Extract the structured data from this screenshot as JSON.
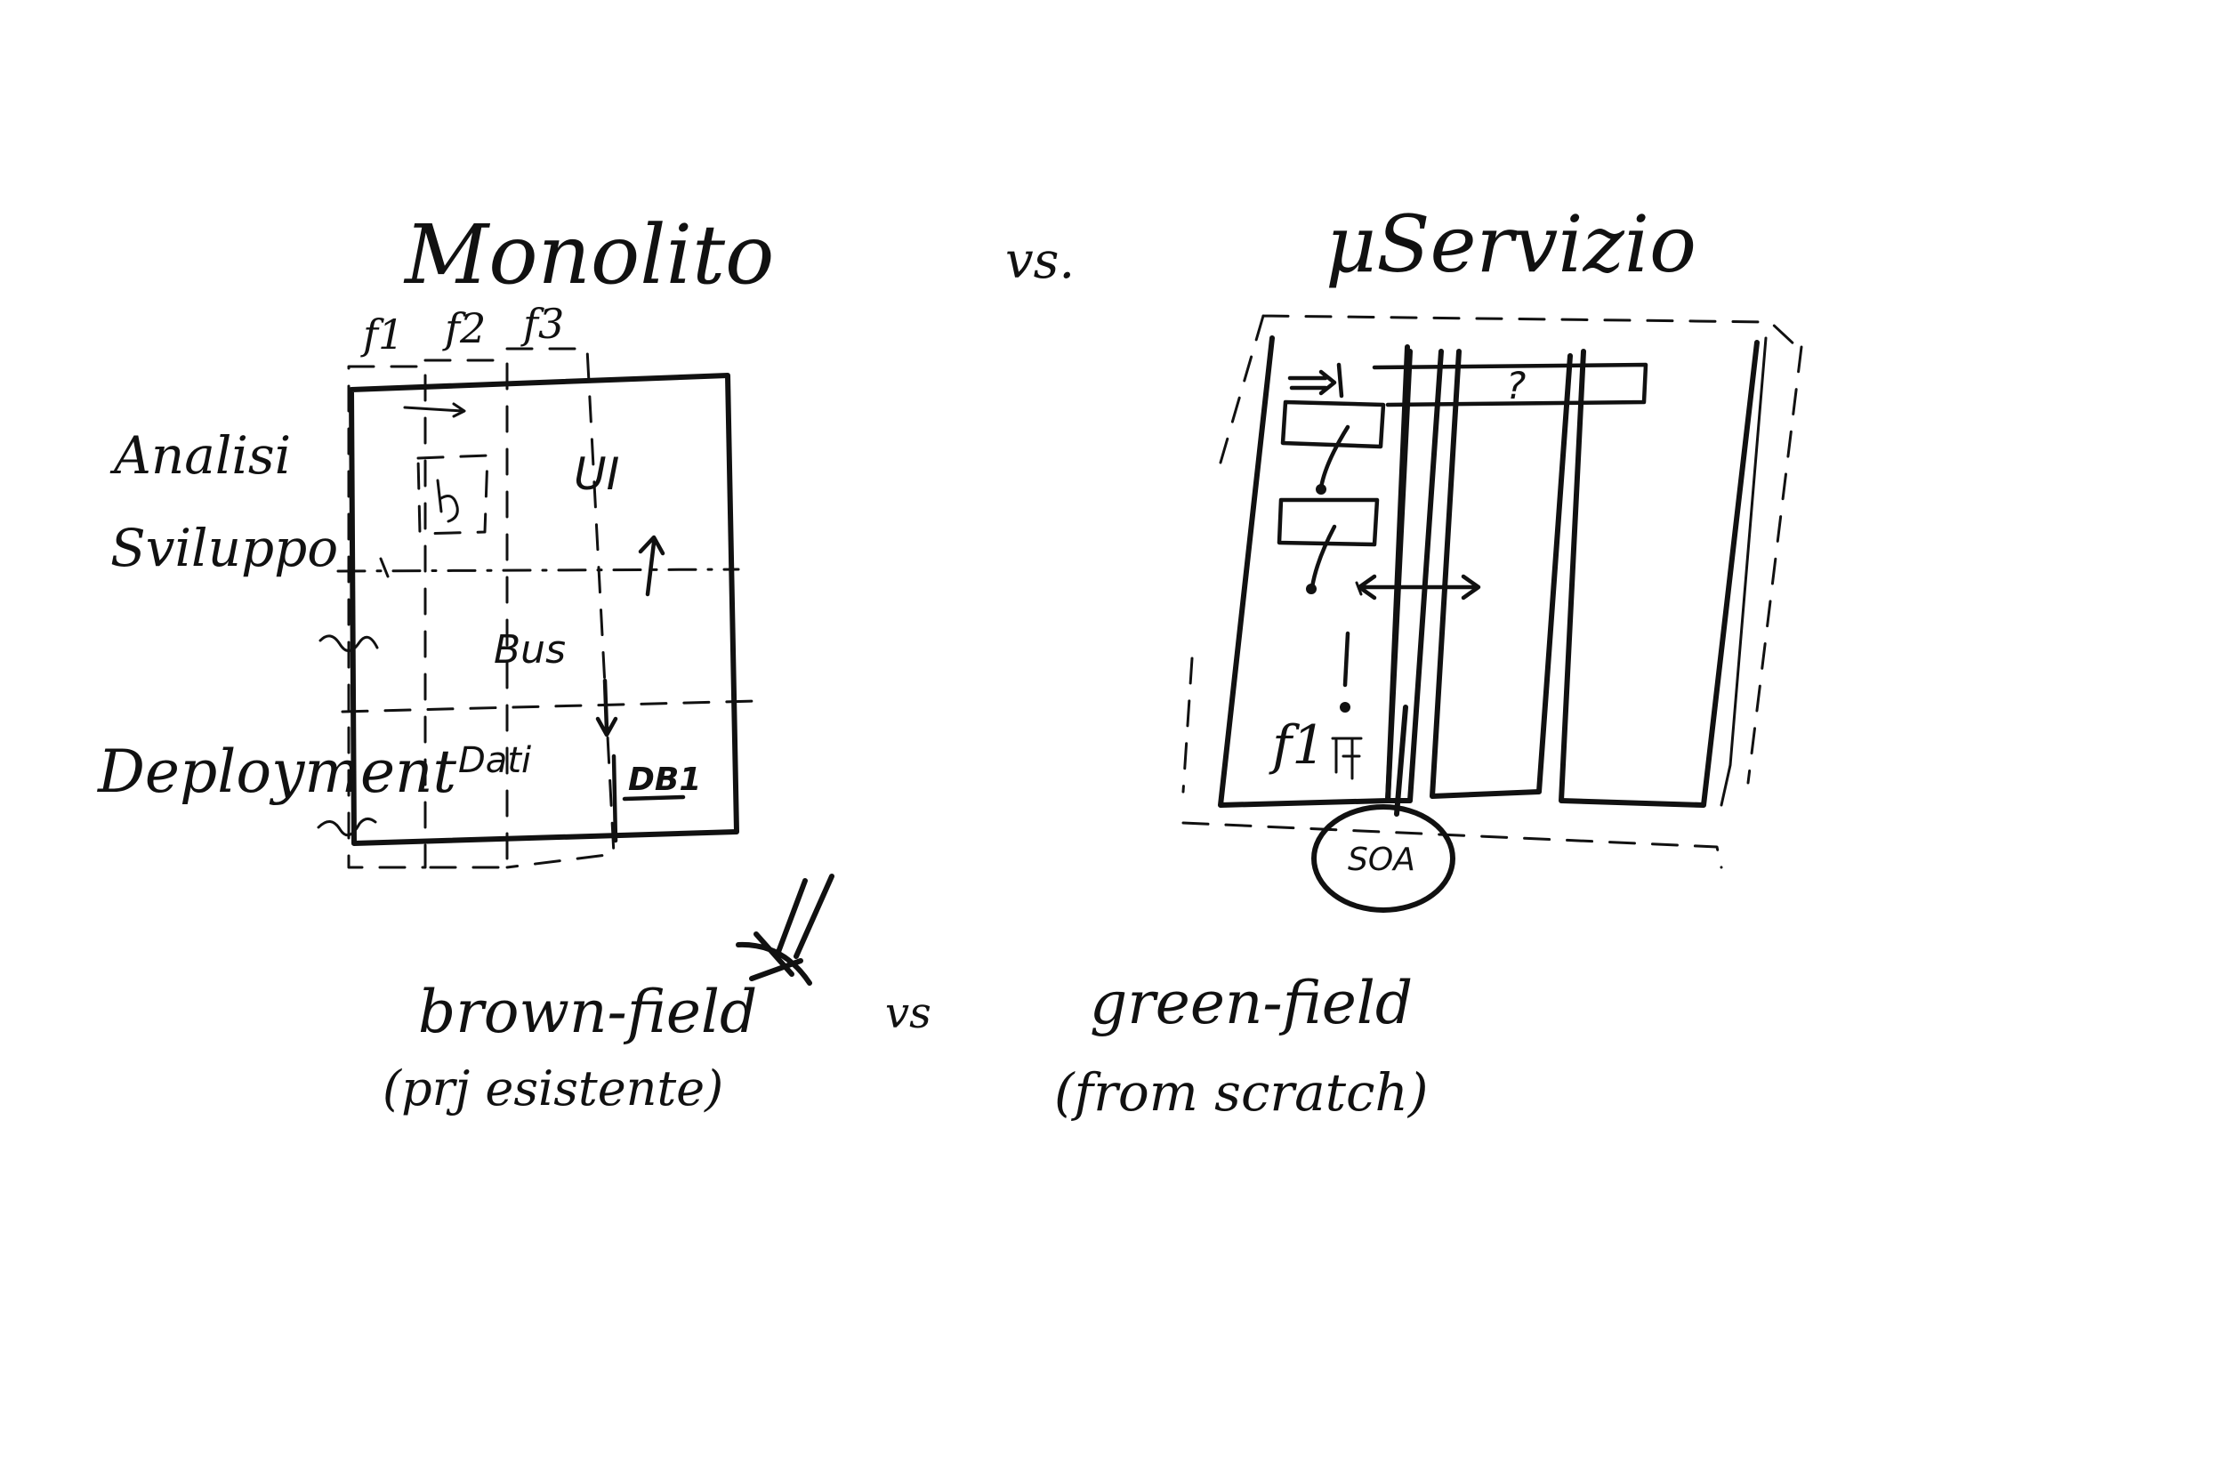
{
  "diagram": {
    "monolith": {
      "title": "Monolito",
      "feature_labels": [
        "f1",
        "f2",
        "f3"
      ],
      "rows": {
        "analisi": "Analisi",
        "sviluppo": "Sviluppo",
        "deployment": "Deployment"
      },
      "cells": {
        "ui": "UI",
        "bus": "Bus",
        "dati": "Dati",
        "db": "DB1"
      }
    },
    "separator": "vs.",
    "microservice": {
      "title": "μServizio",
      "question": "?",
      "feature_label": "f1",
      "soa": "SOA"
    },
    "bottom": {
      "left_title": "brown-field",
      "left_subtitle": "(prj esistente)",
      "vs": "vs",
      "right_title": "green-field",
      "right_subtitle": "(from scratch)"
    }
  }
}
